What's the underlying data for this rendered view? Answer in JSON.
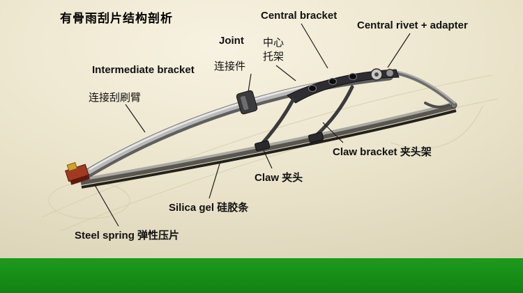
{
  "slide": {
    "title": "有骨雨刮片结构剖析",
    "colors": {
      "background_center": "#f7f2e1",
      "background_edge": "#cfc6a6",
      "bottom_bar_green": "#179317",
      "label_text": "#101010"
    }
  },
  "labels": {
    "central_bracket_en": "Central bracket",
    "central_bracket_zh": "中心托架",
    "central_rivet_adapter": "Central rivet + adapter",
    "joint_en": "Joint",
    "joint_zh": "连接件",
    "intermediate_bracket_en": "Intermediate bracket",
    "intermediate_bracket_zh": "连接刮刷臂",
    "claw_bracket": "Claw bracket 夹头架",
    "claw": "Claw 夹头",
    "silica_gel": "Silica gel 硅胶条",
    "steel_spring": "Steel spring 弹性压片"
  }
}
